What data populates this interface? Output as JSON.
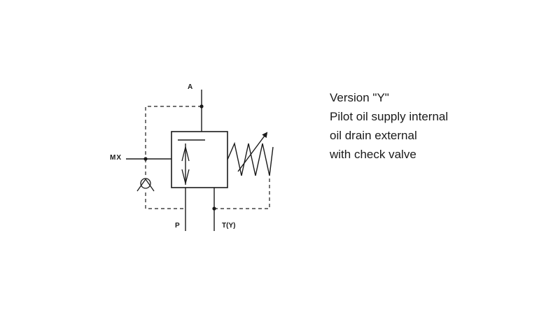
{
  "diagram": {
    "ports": {
      "a": "A",
      "mx": "MX",
      "p": "P",
      "t": "T(Y)"
    }
  },
  "description": {
    "lines": [
      "Version \"Y\"",
      "Pilot oil supply internal",
      "oil drain external",
      "with check valve"
    ]
  }
}
